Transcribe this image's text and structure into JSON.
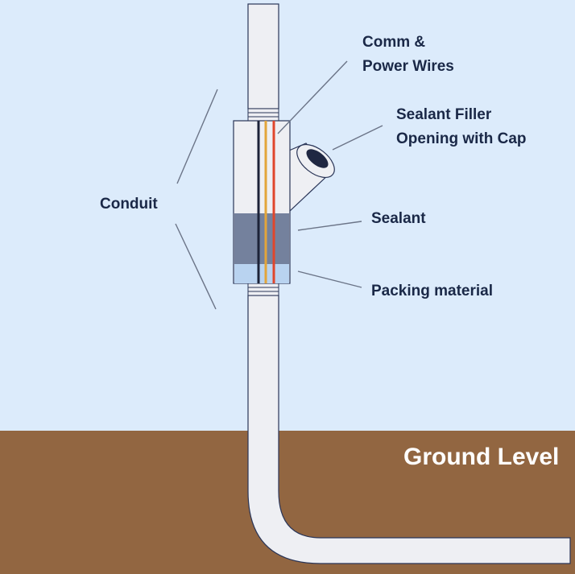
{
  "diagram": {
    "labels": {
      "comm_power_line1": "Comm &",
      "comm_power_line2": "Power Wires",
      "sealant_filler_line1": "Sealant Filler",
      "sealant_filler_line2": "Opening with Cap",
      "conduit": "Conduit",
      "sealant": "Sealant",
      "packing_material": "Packing material",
      "ground_level": "Ground Level"
    },
    "colors": {
      "sky": "#dcebfb",
      "ground": "#926641",
      "conduit_fill": "#eeeff3",
      "conduit_stroke": "#2a3557",
      "sealant": "#74819d",
      "packing": "#b9d3f0",
      "wire_black": "#1c2238",
      "wire_orange": "#e3a53a",
      "wire_red": "#e0462c",
      "leader_line": "#6b7487",
      "text": "#1a2847"
    }
  }
}
